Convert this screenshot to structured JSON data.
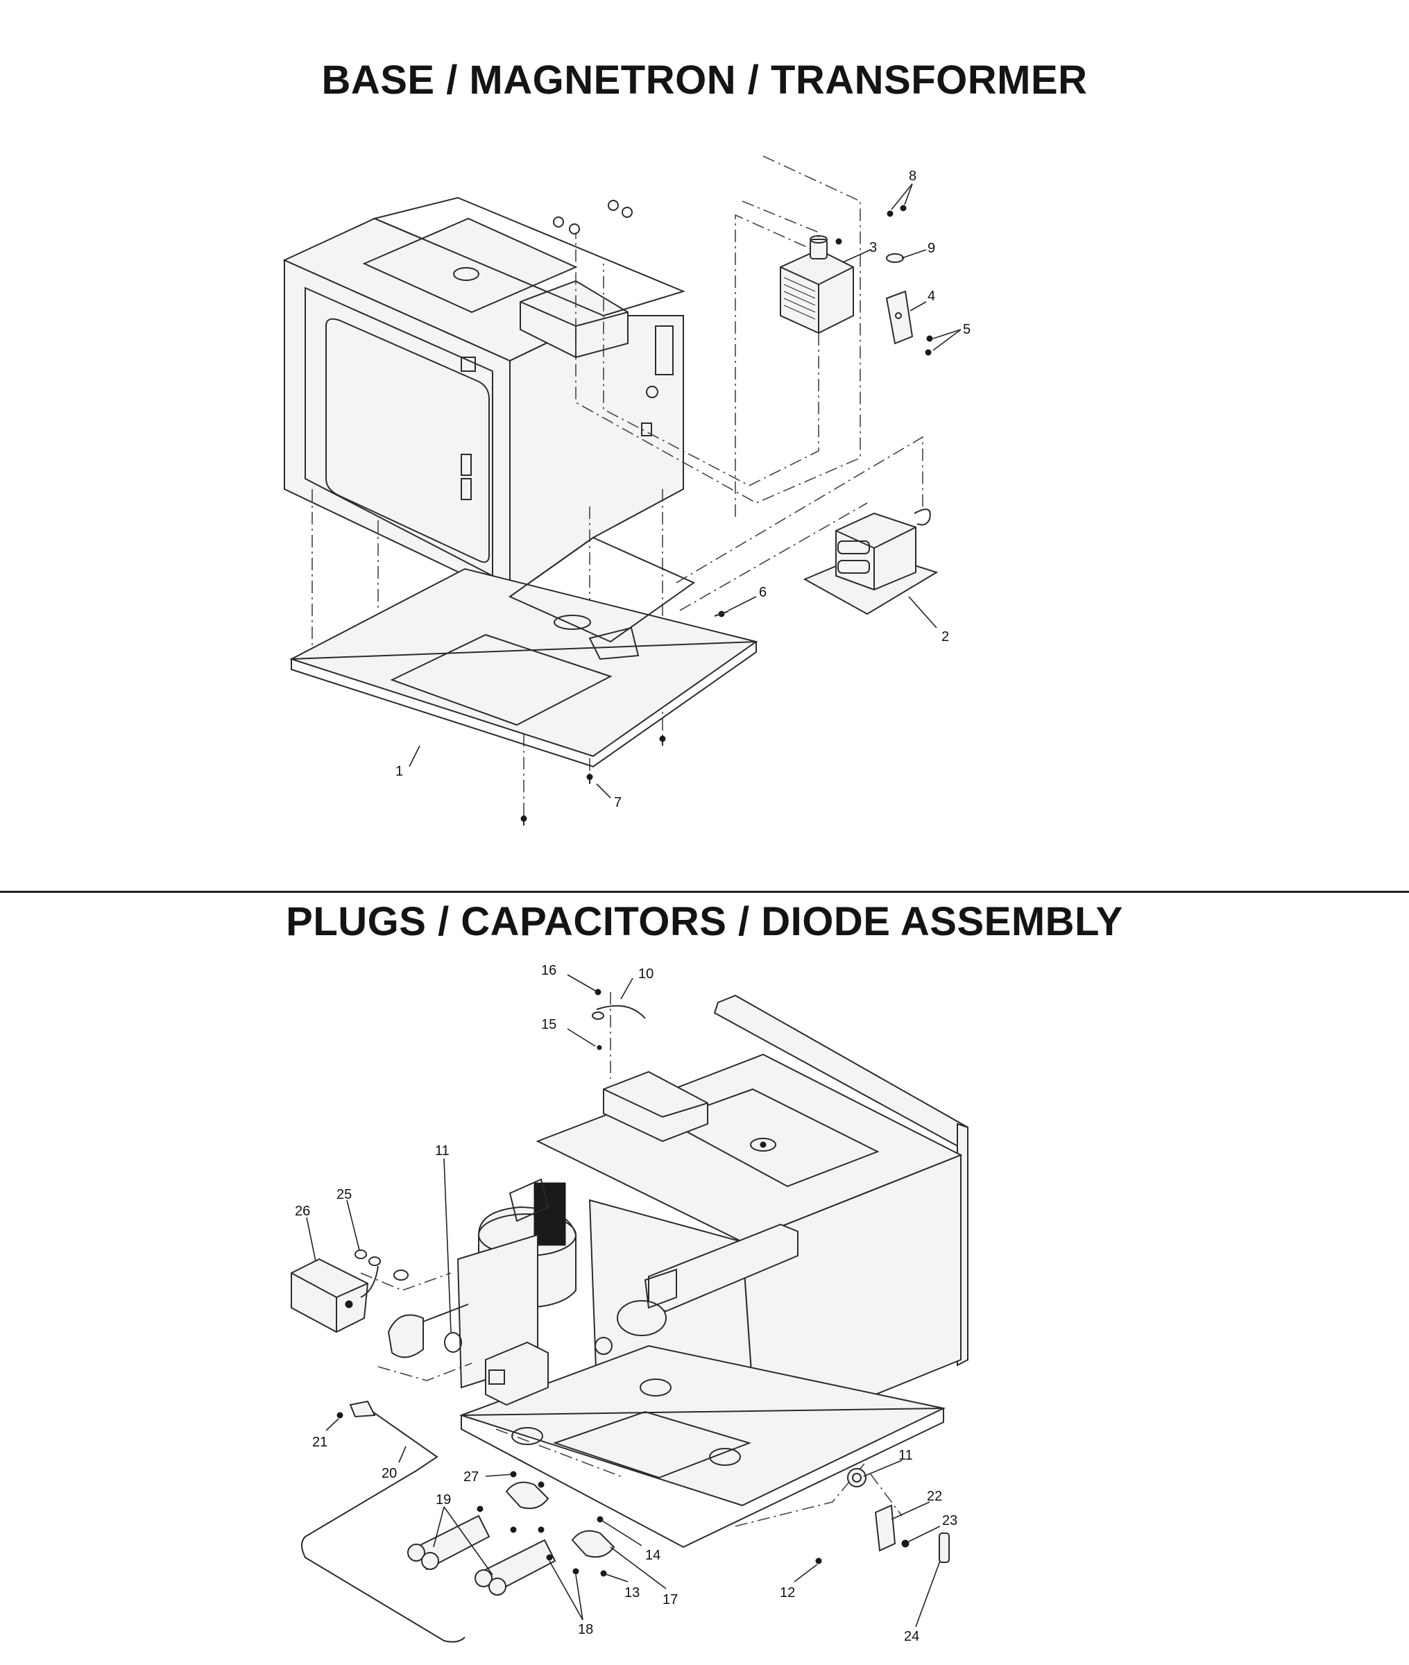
{
  "titles": {
    "top": "BASE / MAGNETRON / TRANSFORMER",
    "bottom": "PLUGS / CAPACITORS / DIODE ASSEMBLY"
  },
  "callouts_top": [
    "1",
    "2",
    "3",
    "4",
    "5",
    "6",
    "7",
    "8",
    "9"
  ],
  "callouts_bottom": [
    "10",
    "11",
    "11",
    "12",
    "13",
    "14",
    "15",
    "16",
    "17",
    "18",
    "19",
    "20",
    "21",
    "22",
    "23",
    "24",
    "25",
    "26",
    "27"
  ]
}
